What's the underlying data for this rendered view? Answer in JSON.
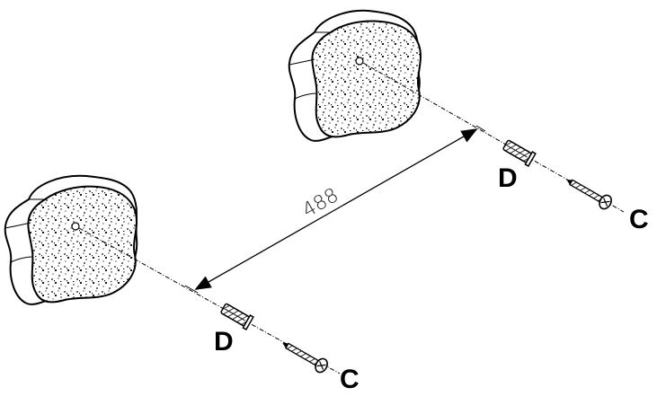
{
  "dimension": {
    "value": "488"
  },
  "labels": {
    "wall_plug_upper": "D",
    "screw_upper": "C",
    "wall_plug_lower": "D",
    "screw_lower": "C"
  }
}
